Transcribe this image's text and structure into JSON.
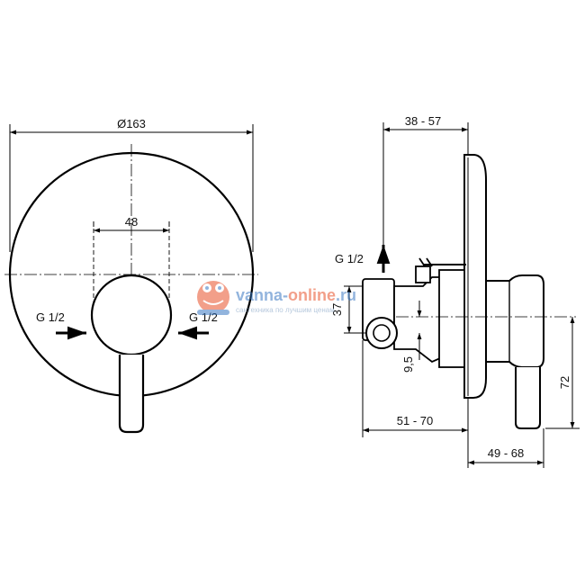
{
  "front_view": {
    "dim_diameter": "Ø163",
    "dim_plate_width": "48",
    "inlet_left_label": "G 1/2",
    "inlet_right_label": "G 1/2"
  },
  "side_view": {
    "dim_depth_top": "38 - 57",
    "outlet_label": "G 1/2",
    "dim_37": "37",
    "dim_9_5": "9,5",
    "dim_72": "72",
    "dim_depth_mid": "51 - 70",
    "dim_depth_bottom": "49 - 68"
  },
  "watermark": {
    "brand_main": "vanna-",
    "brand_accent": "online",
    "brand_tld": ".ru",
    "tagline": "сантехника по лучшим ценам",
    "colors": {
      "main": "#3a78c2",
      "accent": "#e8512a"
    }
  }
}
